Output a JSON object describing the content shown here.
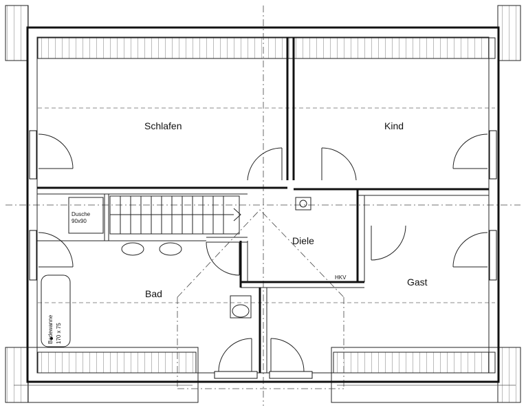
{
  "rooms": {
    "schlafen": "Schlafen",
    "kind": "Kind",
    "diele": "Diele",
    "bad": "Bad",
    "gast": "Gast"
  },
  "fixtures": {
    "shower_label": "Dusche",
    "shower_size": "90x90",
    "tub_label": "Badewanne",
    "tub_size": "170 x 75",
    "heater_label": "HKV"
  },
  "colors": {
    "line": "#111111",
    "background": "#ffffff"
  }
}
